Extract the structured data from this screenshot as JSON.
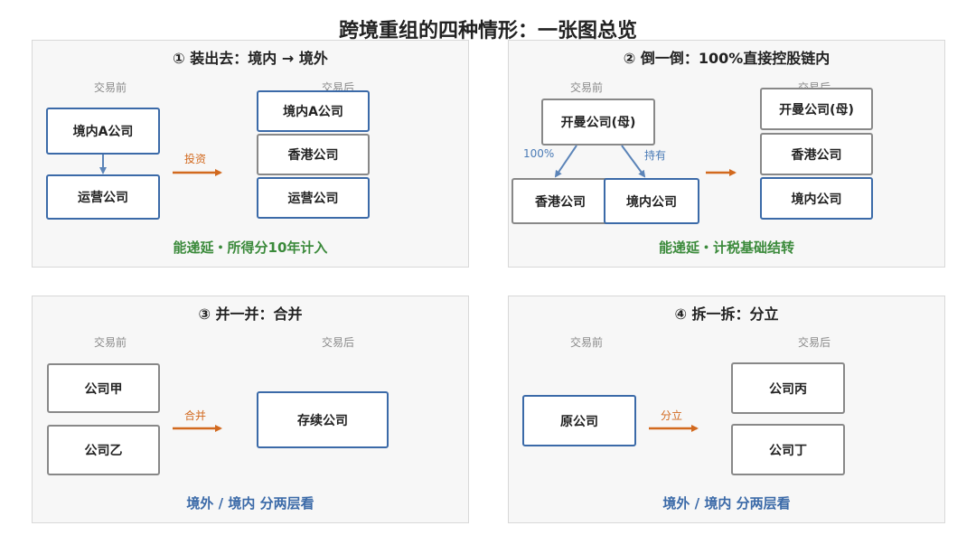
{
  "title": "跨境重组的四种情形：一张图总览",
  "colors": {
    "arrow_orange": "#d2691e",
    "box_blue": "#3b6aa8",
    "box_gray": "#888888",
    "footer_green": "#3b8a3b",
    "footer_blue": "#3b6aa8"
  },
  "panels": [
    {
      "title": "① 装出去：境内 → 境外",
      "before_label": "交易前",
      "after_label": "交易后",
      "before_boxes": [
        "境内A公司",
        "运营公司"
      ],
      "after_boxes": [
        "境内A公司",
        "香港公司",
        "运营公司"
      ],
      "action": "投资",
      "footer": "能递延・所得分10年计入"
    },
    {
      "title": "② 倒一倒：100%直接控股链内",
      "before_label": "交易前",
      "after_label": "交易后",
      "before_boxes": [
        "开曼公司(母)",
        "香港公司",
        "境内公司"
      ],
      "edge_labels": [
        "100%",
        "持有"
      ],
      "after_boxes": [
        "开曼公司(母)",
        "香港公司",
        "境内公司"
      ],
      "footer": "能递延・计税基础结转"
    },
    {
      "title": "③ 并一并：合并",
      "before_label": "交易前",
      "after_label": "交易后",
      "before_boxes": [
        "公司甲",
        "公司乙"
      ],
      "after_boxes": [
        "存续公司"
      ],
      "action": "合并",
      "footer": "境外 / 境内 分两层看"
    },
    {
      "title": "④ 拆一拆：分立",
      "before_label": "交易前",
      "after_label": "交易后",
      "before_boxes": [
        "原公司"
      ],
      "after_boxes": [
        "公司丙",
        "公司丁"
      ],
      "action": "分立",
      "footer": "境外 / 境内 分两层看"
    }
  ]
}
